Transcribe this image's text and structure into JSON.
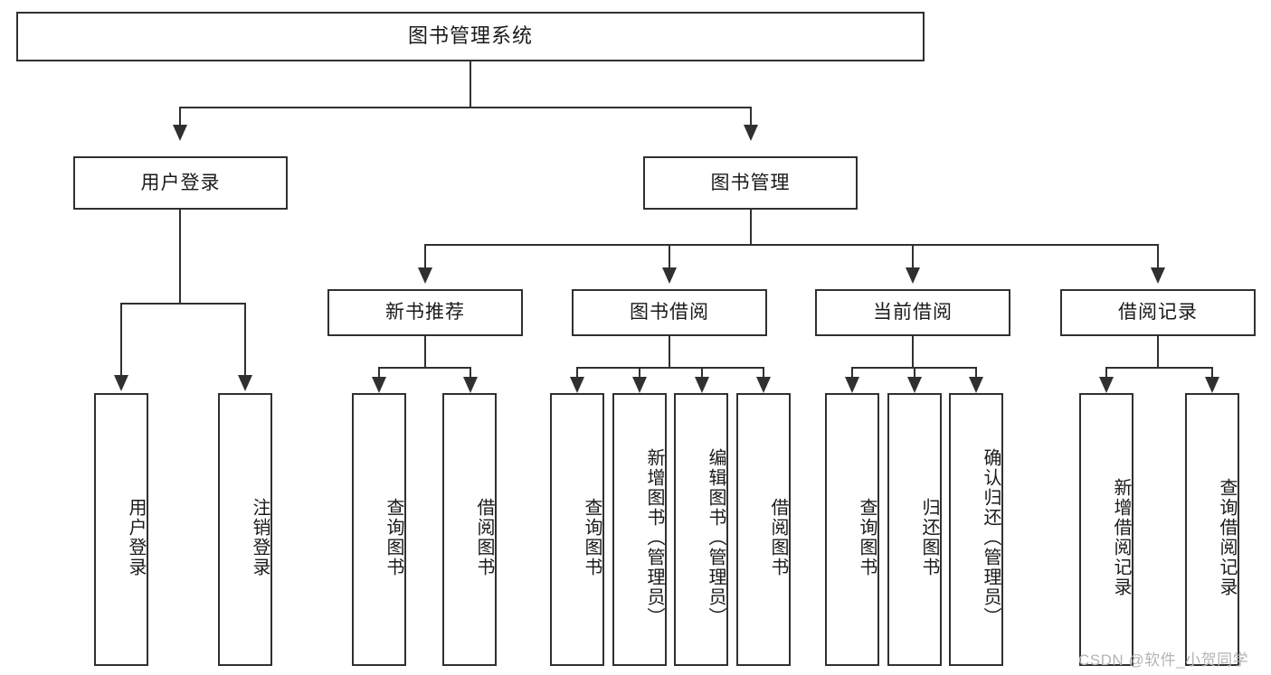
{
  "diagram": {
    "title": "图书管理系统",
    "type": "tree-hierarchy",
    "watermark": "CSDN @软件_小贺同学",
    "colors": {
      "stroke": "#303030",
      "fill": "#ffffff",
      "text": "#1a1a1a",
      "watermark": "#b4b4b4"
    },
    "root": {
      "label": "图书管理系统"
    },
    "level2": [
      {
        "label": "用户登录"
      },
      {
        "label": "图书管理"
      }
    ],
    "level3": [
      {
        "label": "新书推荐"
      },
      {
        "label": "图书借阅"
      },
      {
        "label": "当前借阅"
      },
      {
        "label": "借阅记录"
      }
    ],
    "leaves": {
      "user_login": [
        {
          "label": "用户登录"
        },
        {
          "label": "注销登录"
        }
      ],
      "new_book_recommend": [
        {
          "label": "查询图书"
        },
        {
          "label": "借阅图书"
        }
      ],
      "book_borrow": [
        {
          "label": "查询图书"
        },
        {
          "label": "新增图书（管理员）"
        },
        {
          "label": "编辑图书（管理员）"
        },
        {
          "label": "借阅图书"
        }
      ],
      "current_borrow": [
        {
          "label": "查询图书"
        },
        {
          "label": "归还图书"
        },
        {
          "label": "确认归还（管理员）"
        }
      ],
      "borrow_record": [
        {
          "label": "新增借阅记录"
        },
        {
          "label": "查询借阅记录"
        }
      ]
    }
  }
}
